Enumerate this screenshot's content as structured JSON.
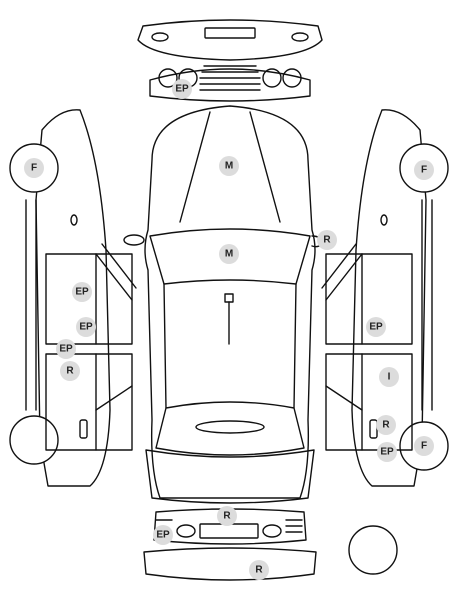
{
  "labels": {
    "front": "F",
    "exterior_paint": "EP",
    "mechanical": "M",
    "repair": "R",
    "inspection": "I"
  },
  "colors": {
    "line": "#111111",
    "badge_fill": "#dcdcdc",
    "badge_text": "#222222",
    "background": "#ffffff"
  }
}
